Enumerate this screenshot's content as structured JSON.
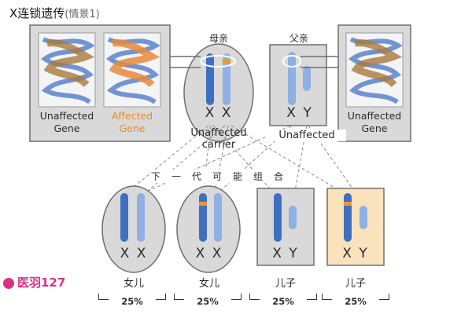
{
  "title": "X连锁遗传",
  "subtitle": "(情景1)",
  "gene_left": {
    "unaffected_line1": "Unaffected",
    "unaffected_line2": "Gene",
    "affected_line1": "Affected",
    "affected_line2": "Gene"
  },
  "gene_right": {
    "line1": "Unaffected",
    "line2": "Gene"
  },
  "mother": {
    "label": "母亲",
    "chromosomes": "X X",
    "status_line1": "Unaffected",
    "status_line2": "carrier"
  },
  "father": {
    "label": "父亲",
    "chromosomes": "X Y",
    "status": "Unaffected"
  },
  "next_generation": "下一代可能组合",
  "children": [
    {
      "chromosomes": "X X",
      "label": "女儿",
      "percent": "25%"
    },
    {
      "chromosomes": "X X",
      "label": "女儿",
      "percent": "25%"
    },
    {
      "chromosomes": "X Y",
      "label": "儿子",
      "percent": "25%"
    },
    {
      "chromosomes": "X Y",
      "label": "儿子",
      "percent": "25%"
    }
  ],
  "watermark": "医羽127",
  "colors": {
    "chromosome_dark": "#3f6fc0",
    "chromosome_light": "#8fb0e3",
    "affected_band": "#f0962e",
    "affected_child_panel": "#fae2bd",
    "panel_grey": "#d9d9d9"
  }
}
